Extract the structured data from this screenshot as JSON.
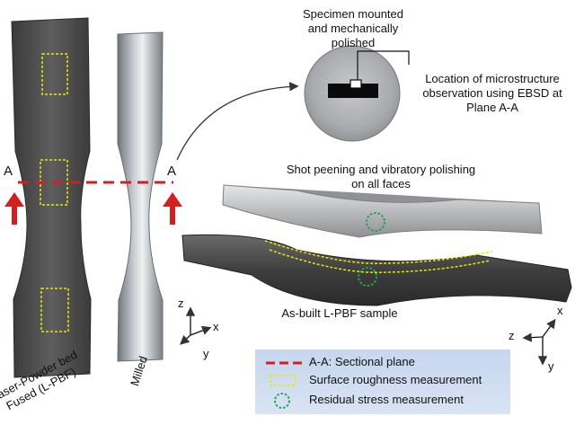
{
  "labels": {
    "specimen": "Specimen mounted and mechanically polished",
    "location": "Location of microstructure observation using EBSD at Plane A-A",
    "shot_peening": "Shot peening and vibratory polishing on all faces",
    "as_built": "As-built L-PBF sample",
    "lpbf": "Laser-Powder bed Fused (L-PBF)",
    "milled": "Milled",
    "plane_left": "A",
    "plane_right": "A"
  },
  "axes_left": {
    "z": "z",
    "x": "x",
    "y": "y"
  },
  "axes_right": {
    "z": "z",
    "x": "x",
    "y": "y"
  },
  "legend": {
    "sectional_plane": "A-A: Sectional plane",
    "surface_roughness": "Surface roughness measurement",
    "residual_stress": "Residual stress measurement"
  },
  "colors": {
    "section_line": "#d21f1f",
    "roughness_box": "#e8e800",
    "residual_circle": "#1fa84a",
    "legend_bg": "#cfdcf0"
  }
}
